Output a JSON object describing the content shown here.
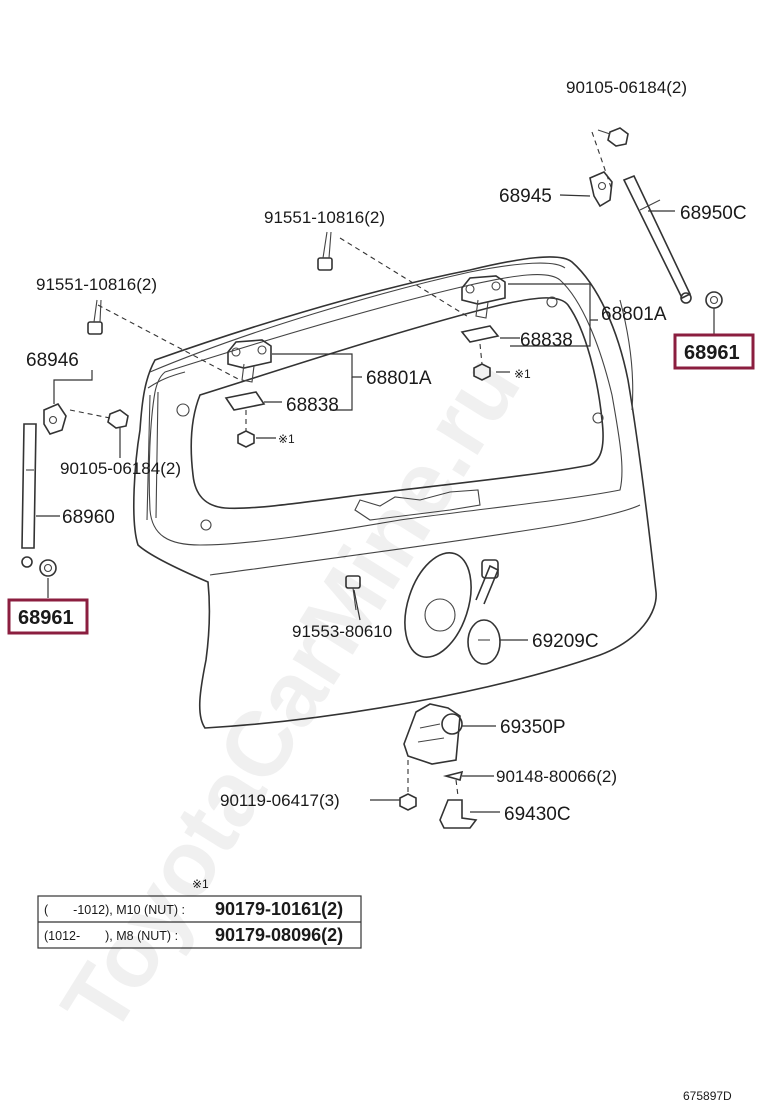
{
  "parts": {
    "p_90105_top": "90105-06184(2)",
    "p_68945": "68945",
    "p_68950C": "68950C",
    "p_91551_top": "91551-10816(2)",
    "p_91551_left": "91551-10816(2)",
    "p_68801A_right": "68801A",
    "p_68801A_left": "68801A",
    "p_68838_right": "68838",
    "p_68838_left": "68838",
    "p_68961_right": "68961",
    "p_68961_left": "68961",
    "p_68946": "68946",
    "p_90105_left": "90105-06184(2)",
    "p_68960": "68960",
    "p_91553": "91553-80610",
    "p_69209C": "69209C",
    "p_69350P": "69350P",
    "p_90148": "90148-80066(2)",
    "p_90119": "90119-06417(3)",
    "p_69430C": "69430C",
    "nut_ref_right": "※1",
    "nut_ref_left": "※1"
  },
  "note_table": {
    "marker": "※1",
    "rows": [
      {
        "range": "(　　-1012), M10 (NUT) :",
        "part": "90179-10161(2)"
      },
      {
        "range": "(1012-　　), M8 (NUT) :",
        "part": "90179-08096(2)"
      }
    ]
  },
  "highlighted_parts": [
    "68961"
  ],
  "highlight_color": "#8b1e3f",
  "watermark": "ToyotaCarMine.ru",
  "drawing_id": "675897D"
}
